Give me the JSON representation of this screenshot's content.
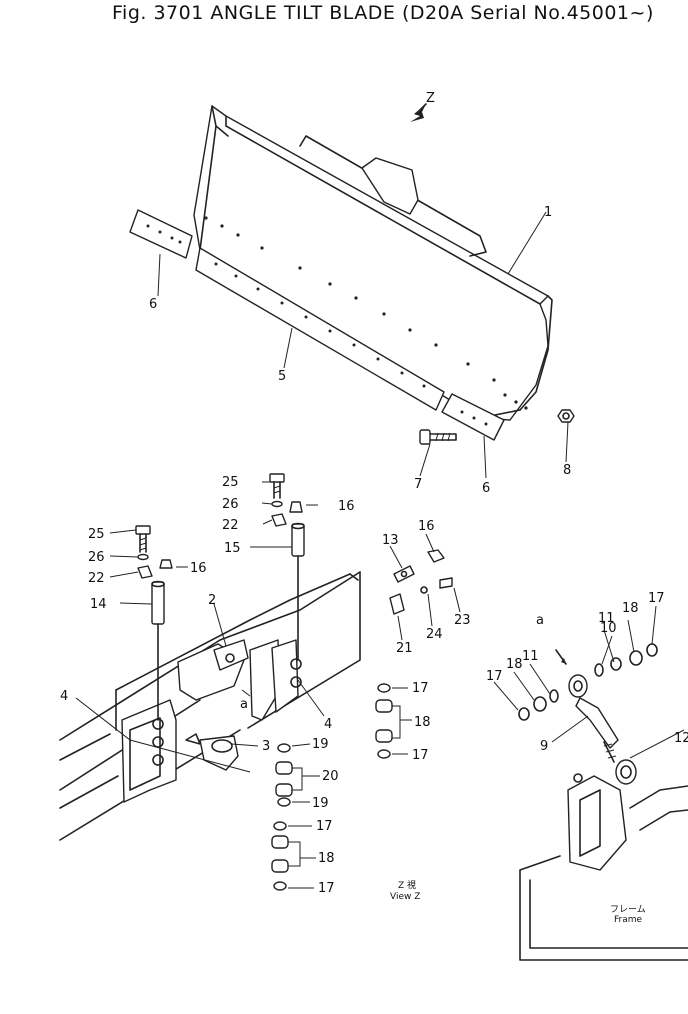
{
  "title": "Fig. 3701  ANGLE TILT BLADE (D20A Serial No.45001~)",
  "callouts": [
    {
      "id": "c1",
      "label": "1"
    },
    {
      "id": "c5",
      "label": "5"
    },
    {
      "id": "c6a",
      "label": "6"
    },
    {
      "id": "c6b",
      "label": "6"
    },
    {
      "id": "c7",
      "label": "7"
    },
    {
      "id": "c8",
      "label": "8"
    },
    {
      "id": "c25a",
      "label": "25"
    },
    {
      "id": "c26a",
      "label": "26"
    },
    {
      "id": "c22a",
      "label": "22"
    },
    {
      "id": "c16a",
      "label": "16"
    },
    {
      "id": "c15",
      "label": "15"
    },
    {
      "id": "c25b",
      "label": "25"
    },
    {
      "id": "c26b",
      "label": "26"
    },
    {
      "id": "c22b",
      "label": "22"
    },
    {
      "id": "c16b",
      "label": "16"
    },
    {
      "id": "c14",
      "label": "14"
    },
    {
      "id": "c13",
      "label": "13"
    },
    {
      "id": "c16c",
      "label": "16"
    },
    {
      "id": "c23",
      "label": "23"
    },
    {
      "id": "c24",
      "label": "24"
    },
    {
      "id": "c21",
      "label": "21"
    },
    {
      "id": "c2",
      "label": "2"
    },
    {
      "id": "c4a",
      "label": "4"
    },
    {
      "id": "c4b",
      "label": "4"
    },
    {
      "id": "c3",
      "label": "3"
    },
    {
      "id": "cA1",
      "label": "a"
    },
    {
      "id": "c17a",
      "label": "17"
    },
    {
      "id": "c18a",
      "label": "18"
    },
    {
      "id": "c17b",
      "label": "17"
    },
    {
      "id": "c19a",
      "label": "19"
    },
    {
      "id": "c20",
      "label": "20"
    },
    {
      "id": "c19b",
      "label": "19"
    },
    {
      "id": "c17c",
      "label": "17"
    },
    {
      "id": "c18b",
      "label": "18"
    },
    {
      "id": "c17d",
      "label": "17"
    },
    {
      "id": "cA2",
      "label": "a"
    },
    {
      "id": "c10",
      "label": "10"
    },
    {
      "id": "c11a",
      "label": "11"
    },
    {
      "id": "c18c",
      "label": "18"
    },
    {
      "id": "c17e",
      "label": "17"
    },
    {
      "id": "c17f",
      "label": "17"
    },
    {
      "id": "c18d",
      "label": "18"
    },
    {
      "id": "c11b",
      "label": "11"
    },
    {
      "id": "c9",
      "label": "9"
    },
    {
      "id": "c12",
      "label": "12"
    }
  ],
  "view_arrow_label": "Z",
  "view_caption": {
    "line1": "Z 視",
    "line2": "View Z"
  },
  "frame_caption": {
    "line1": "フレーム",
    "line2": "Frame"
  }
}
